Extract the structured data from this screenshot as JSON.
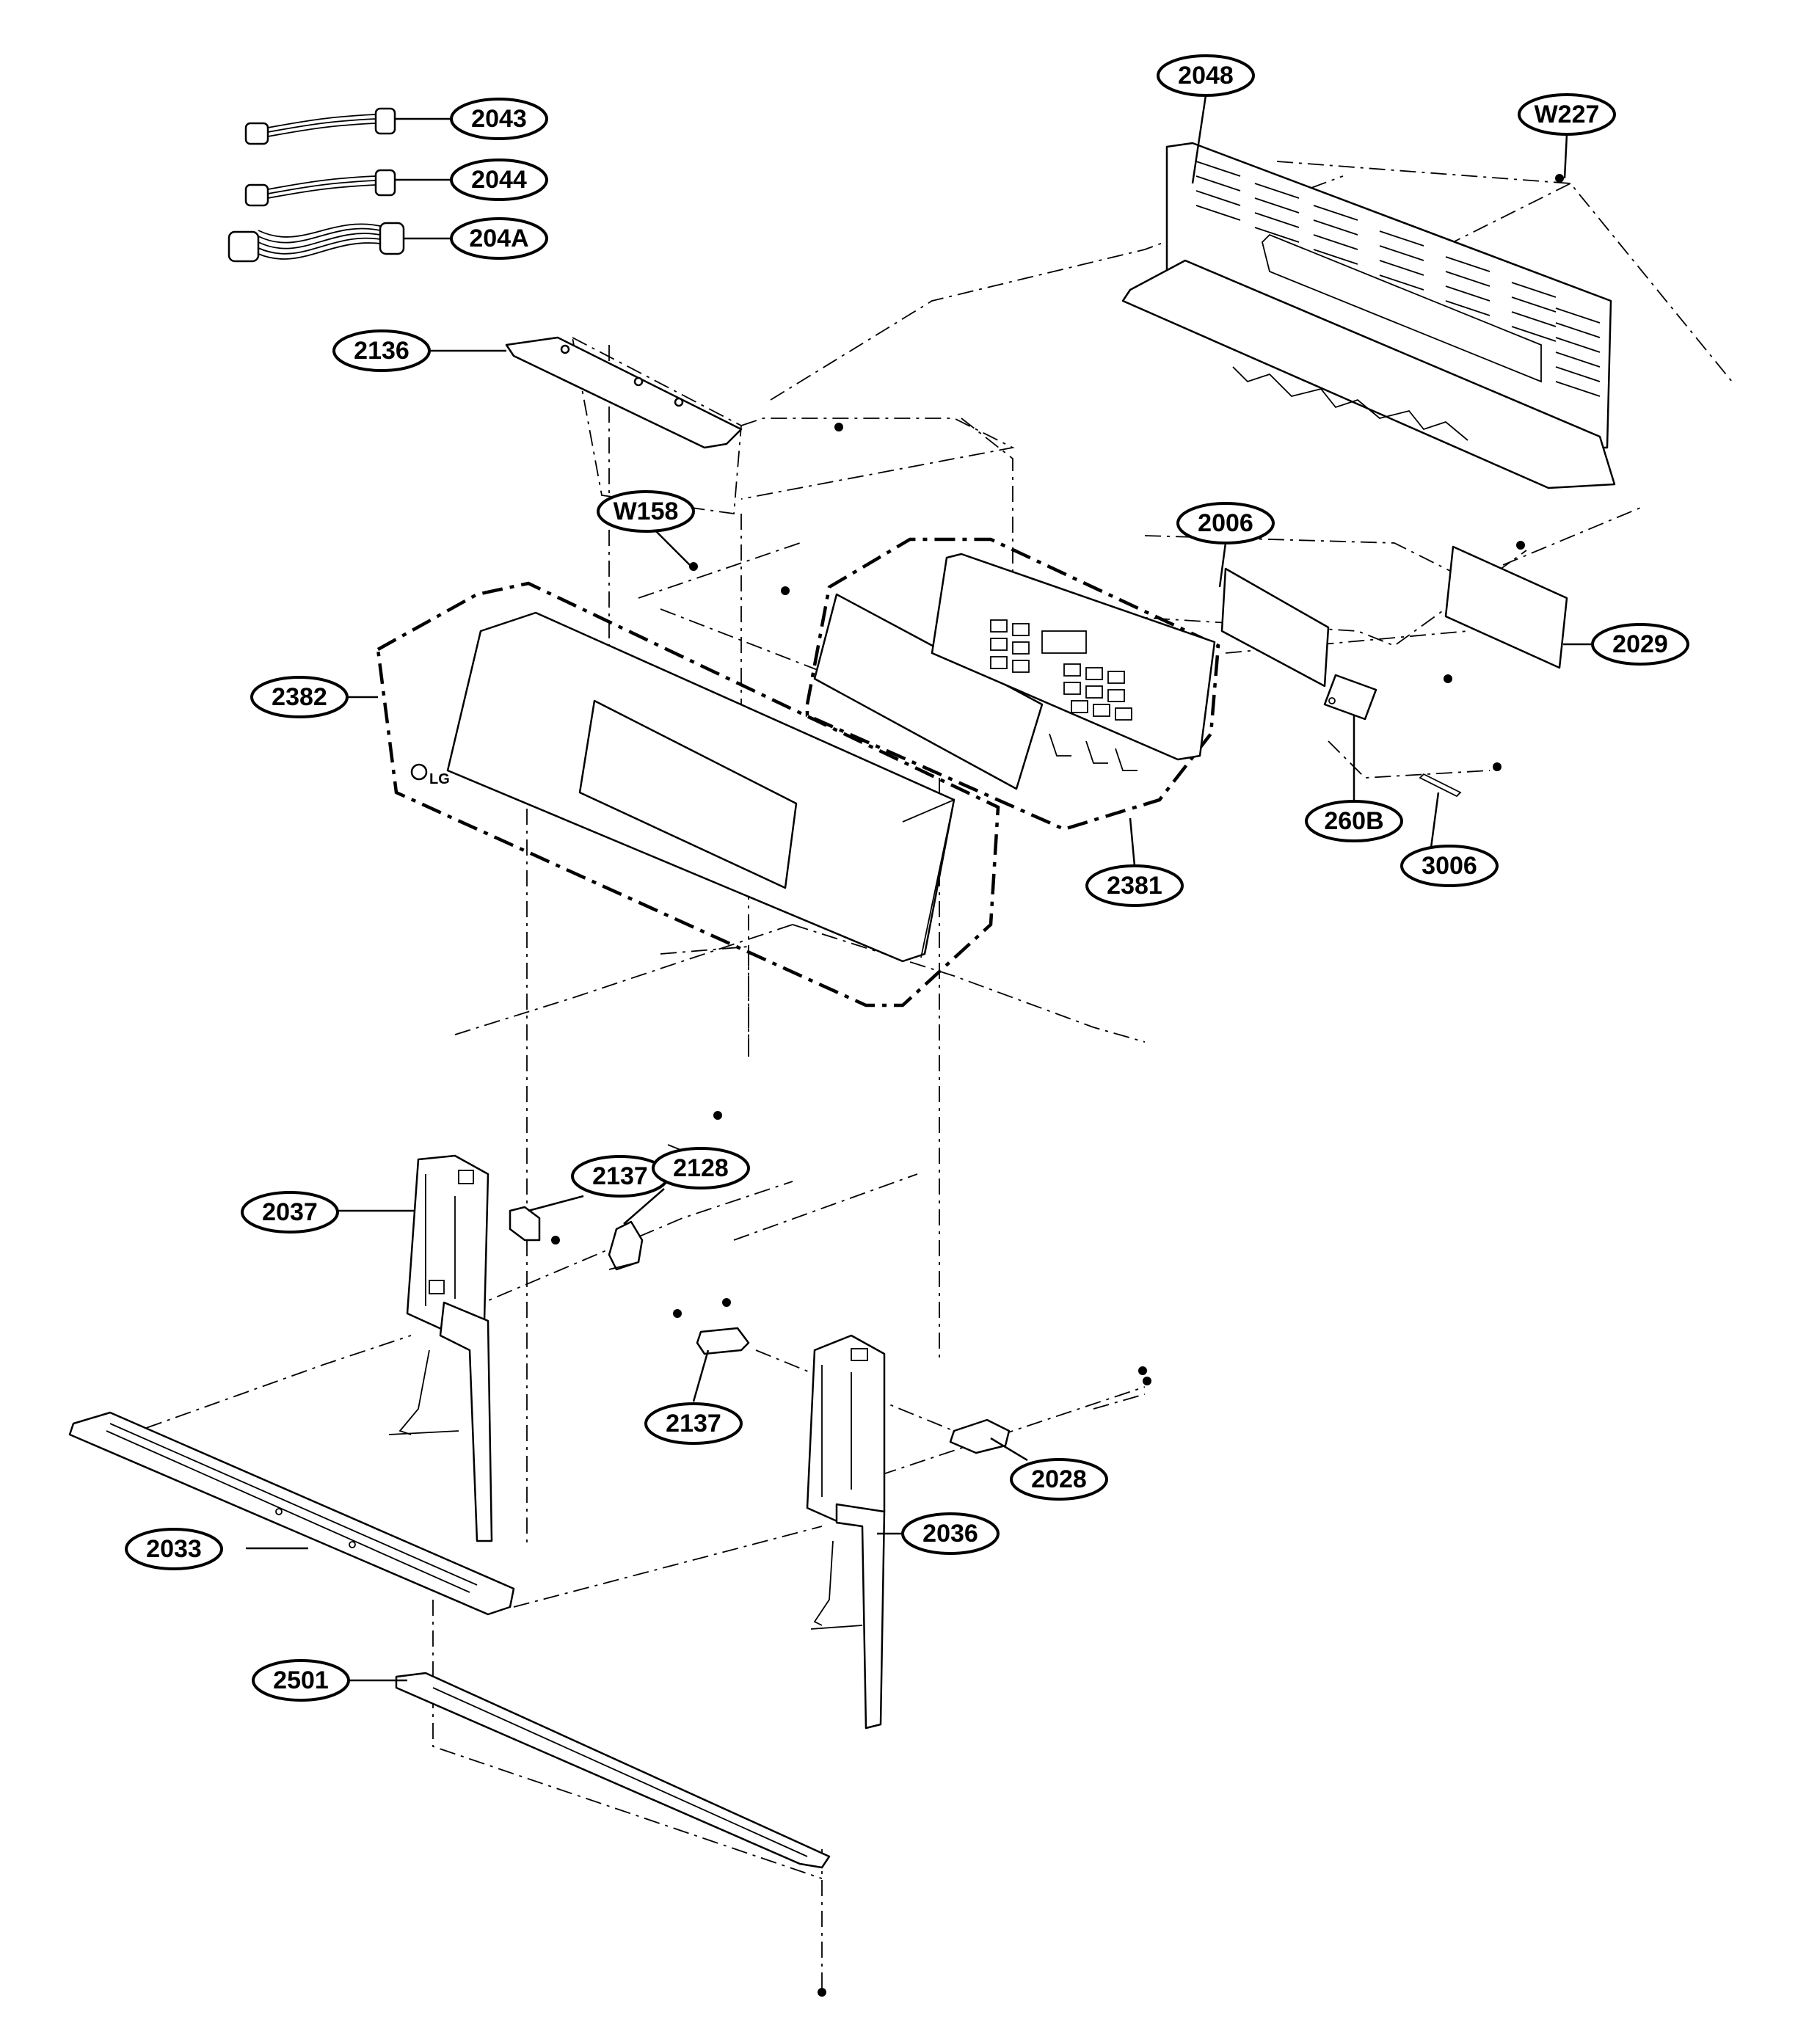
{
  "diagram": {
    "callouts": [
      {
        "id": "c2043",
        "label": "2043"
      },
      {
        "id": "c2044",
        "label": "2044"
      },
      {
        "id": "c204A",
        "label": "204A"
      },
      {
        "id": "c2048",
        "label": "2048"
      },
      {
        "id": "cW227",
        "label": "W227"
      },
      {
        "id": "c2136",
        "label": "2136"
      },
      {
        "id": "cW158",
        "label": "W158"
      },
      {
        "id": "c2006",
        "label": "2006"
      },
      {
        "id": "c2029",
        "label": "2029"
      },
      {
        "id": "c2382",
        "label": "2382"
      },
      {
        "id": "c260B",
        "label": "260B"
      },
      {
        "id": "c3006",
        "label": "3006"
      },
      {
        "id": "c2381",
        "label": "2381"
      },
      {
        "id": "c2137a",
        "label": "2137"
      },
      {
        "id": "c2128",
        "label": "2128"
      },
      {
        "id": "c2037",
        "label": "2037"
      },
      {
        "id": "c2137b",
        "label": "2137"
      },
      {
        "id": "c2028",
        "label": "2028"
      },
      {
        "id": "c2033",
        "label": "2033"
      },
      {
        "id": "c2036",
        "label": "2036"
      },
      {
        "id": "c2501",
        "label": "2501"
      }
    ],
    "logo_text": "LG"
  }
}
